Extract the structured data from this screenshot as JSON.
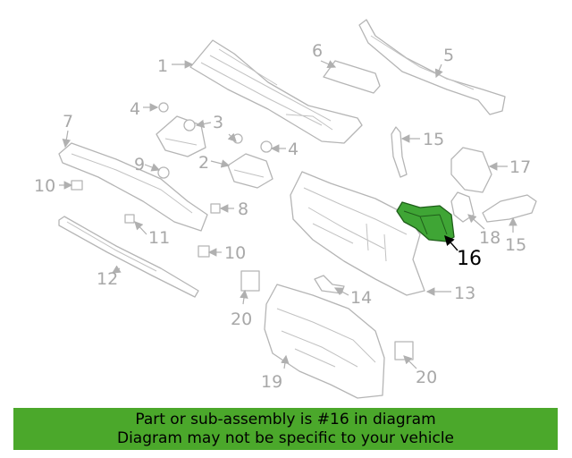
{
  "diagram": {
    "highlighted_part": "16",
    "callouts": [
      "1",
      "2",
      "3",
      "4",
      "4",
      "5",
      "6",
      "7",
      "8",
      "9",
      "10",
      "10",
      "11",
      "12",
      "13",
      "14",
      "15",
      "15",
      "16",
      "17",
      "18",
      "19",
      "20",
      "20"
    ]
  },
  "banner": {
    "line1": "Part or sub-assembly is #16 in diagram",
    "line2": "Diagram may not be specific to your vehicle"
  },
  "colors": {
    "banner_bg": "#4ba82b",
    "highlight": "#3fa535",
    "line_art": "#b5b5b5"
  }
}
